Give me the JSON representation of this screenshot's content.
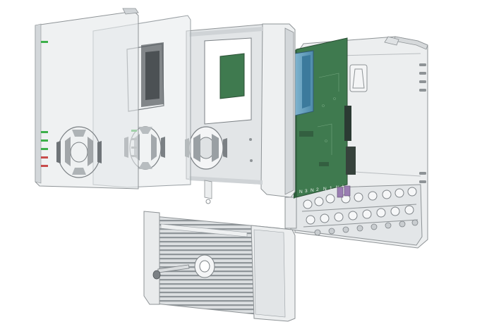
{
  "pcb_terminal_labels": [
    "N",
    "3",
    "N",
    "2",
    "N",
    "1",
    "N",
    "L"
  ],
  "colors": {
    "background": "#ffffff",
    "housing": "#e9ebec",
    "housing_edge": "#8e9396",
    "pcb_green": "#3f7a4f",
    "pcb_dark": "#2e5e3c",
    "display_blue": "#5f9dbb",
    "led_green": "#3db04a",
    "led_red": "#c84b4b",
    "window_grey": "#5c6266"
  },
  "icons": {
    "front_cover": "transparent-front-cover",
    "bezel": "transparent-bezel",
    "frame": "front-frame",
    "pcb": "circuit-board",
    "base": "rear-base",
    "terminal_cover": "terminal-cover",
    "screw": "screw"
  }
}
